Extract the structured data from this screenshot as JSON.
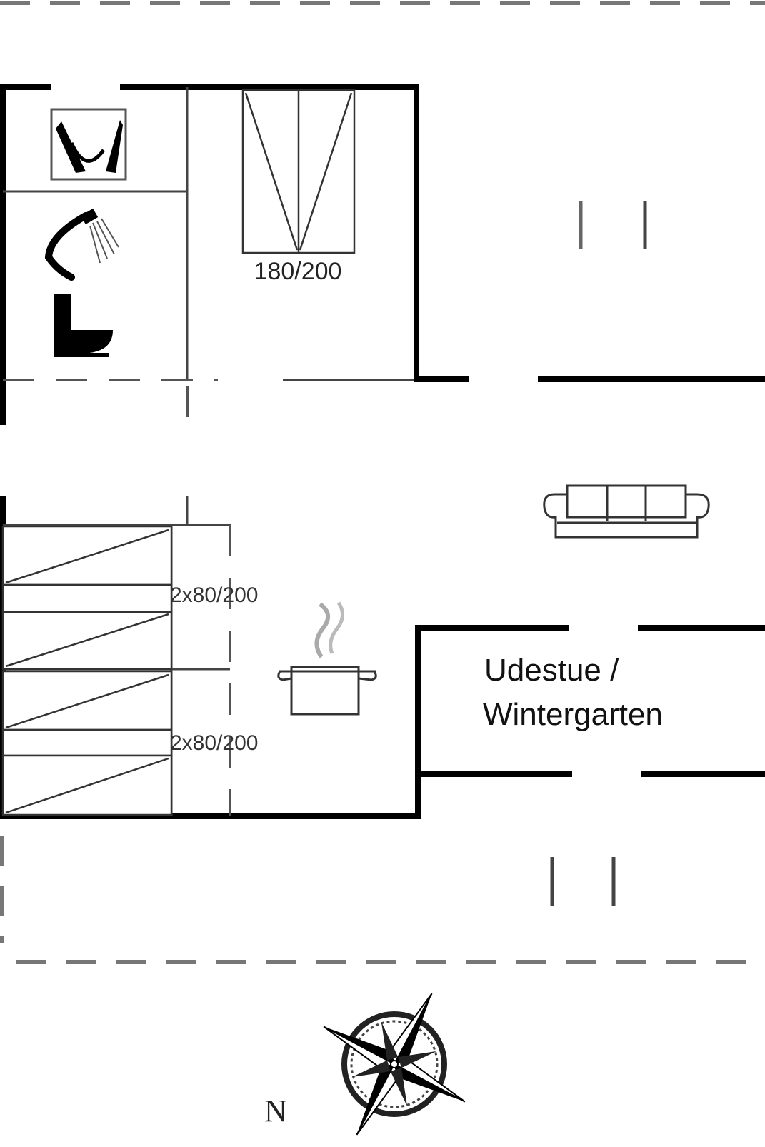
{
  "beds": {
    "double_label": "180/200",
    "twin_top_label": "2x80/200",
    "twin_bottom_label": "2x80/200"
  },
  "rooms": {
    "sunroom_line1": "Udestue /",
    "sunroom_line2": "Wintergarten"
  },
  "compass": {
    "north_label": "N"
  },
  "icons": [
    "washbasin-icon",
    "shower-icon",
    "toilet-icon",
    "stove-pot-icon",
    "sofa-icon",
    "compass-rose-icon"
  ]
}
